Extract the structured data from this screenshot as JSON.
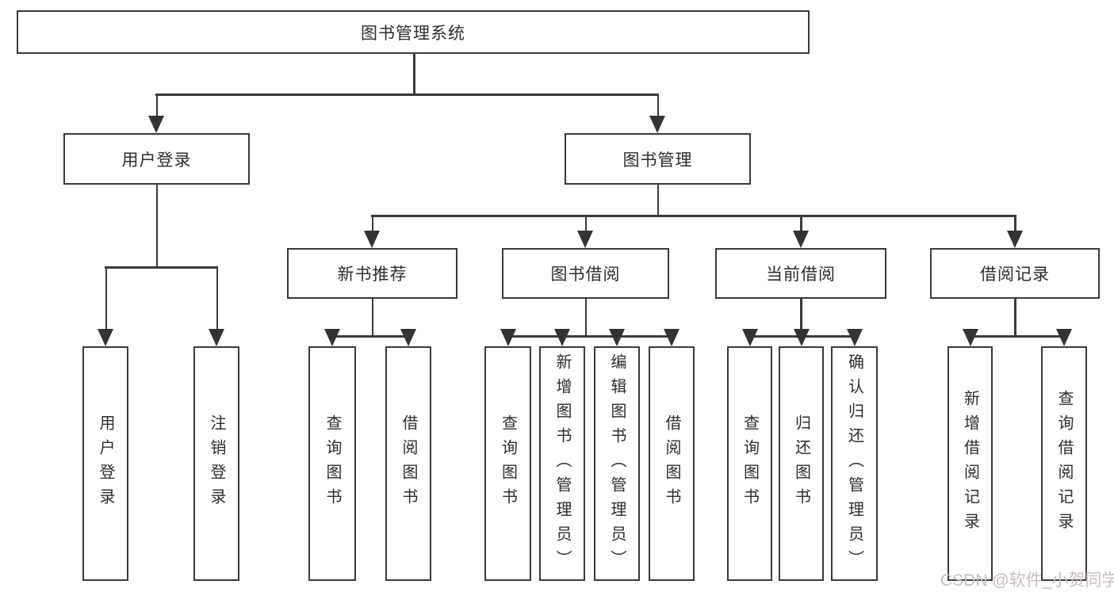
{
  "tree": {
    "root": "图书管理系统",
    "branches": [
      {
        "label": "用户登录",
        "leaves": [
          "用户登录",
          "注销登录"
        ]
      },
      {
        "label": "图书管理",
        "groups": [
          {
            "label": "新书推荐",
            "leaves": [
              "查询图书",
              "借阅图书"
            ]
          },
          {
            "label": "图书借阅",
            "leaves": [
              "查询图书",
              "新增图书（管理员）",
              "编辑图书（管理员）",
              "借阅图书"
            ]
          },
          {
            "label": "当前借阅",
            "leaves": [
              "查询图书",
              "归还图书",
              "确认归还（管理员）"
            ]
          },
          {
            "label": "借阅记录",
            "leaves": [
              "新增借阅记录",
              "查询借阅记录"
            ]
          }
        ]
      }
    ]
  },
  "watermark": {
    "text": "CSDN @软件_小贺同学"
  },
  "colors": {
    "line": "#3a3a3a",
    "box_border": "#3a3a3a",
    "text": "#2d2d2d",
    "watermark": "#c8bec0",
    "background": "#ffffff"
  }
}
